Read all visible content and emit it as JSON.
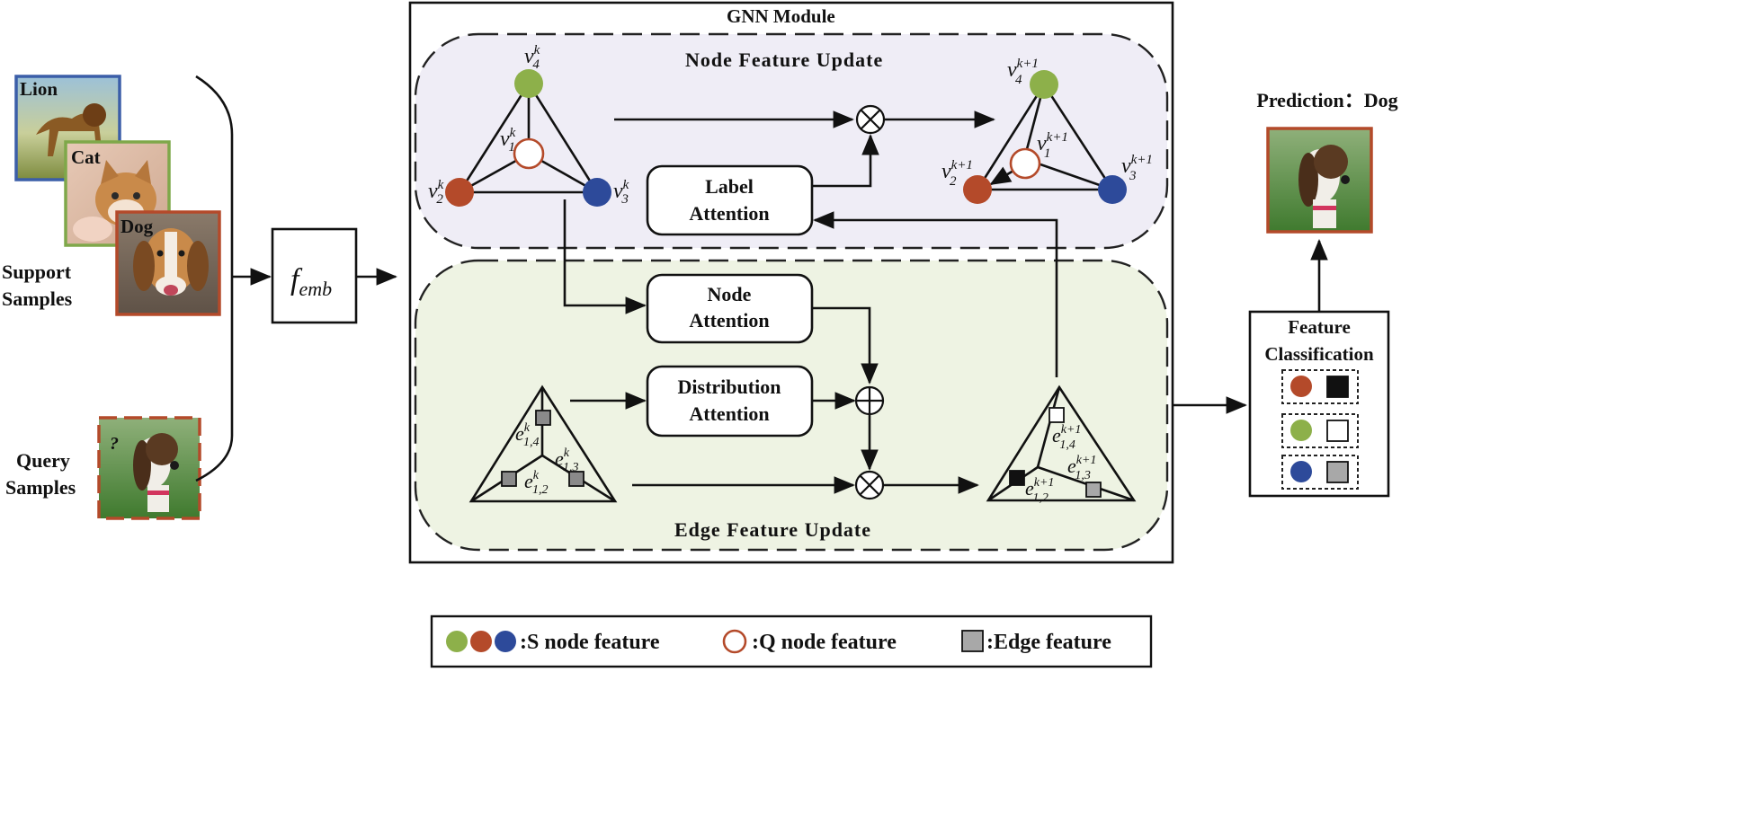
{
  "colors": {
    "s_node_1": "#8db04a",
    "s_node_2": "#b44a2a",
    "s_node_3": "#2d4a9a",
    "q_node_stroke": "#b44a2a",
    "edge_gray": "#8a8a8a",
    "edge_black": "#111111",
    "top_region_fill": "#efedf6",
    "bottom_region_fill": "#eef3e3"
  },
  "samples": {
    "lion_label": "Lion",
    "cat_label": "Cat",
    "dog_label": "Dog",
    "support_line1": "Support",
    "support_line2": "Samples",
    "query_mark": "?",
    "query_line1": "Query",
    "query_line2": "Samples"
  },
  "embedding": {
    "symbol": "f",
    "subscript": "emb"
  },
  "gnn": {
    "title": "GNN Module",
    "node_update_title": "Node Feature Update",
    "edge_update_title": "Edge Feature Update",
    "label_attention_1": "Label",
    "label_attention_2": "Attention",
    "node_attention_1": "Node",
    "node_attention_2": "Attention",
    "distribution_attention_1": "Distribution",
    "distribution_attention_2": "Attention",
    "multiply_op": "⊗",
    "add_op": "⊕"
  },
  "node_labels": {
    "v4k": {
      "base": "v",
      "sub": "4",
      "sup": "k"
    },
    "v1k": {
      "base": "v",
      "sub": "1",
      "sup": "k"
    },
    "v2k": {
      "base": "v",
      "sub": "2",
      "sup": "k"
    },
    "v3k": {
      "base": "v",
      "sub": "3",
      "sup": "k"
    },
    "v4k1": {
      "base": "v",
      "sub": "4",
      "sup": "k+1"
    },
    "v1k1": {
      "base": "v",
      "sub": "1",
      "sup": "k+1"
    },
    "v2k1": {
      "base": "v",
      "sub": "2",
      "sup": "k+1"
    },
    "v3k1": {
      "base": "v",
      "sub": "3",
      "sup": "k+1"
    }
  },
  "edge_labels": {
    "e14k": {
      "base": "e",
      "sub": "1,4",
      "sup": "k"
    },
    "e13k": {
      "base": "e",
      "sub": "1,3",
      "sup": "k"
    },
    "e12k": {
      "base": "e",
      "sub": "1,2",
      "sup": "k"
    },
    "e14k1": {
      "base": "e",
      "sub": "1,4",
      "sup": "k+1"
    },
    "e13k1": {
      "base": "e",
      "sub": "1,3",
      "sup": "k+1"
    },
    "e12k1": {
      "base": "e",
      "sub": "1,2",
      "sup": "k+1"
    }
  },
  "prediction": {
    "label": "Prediction：Dog"
  },
  "classification": {
    "line1": "Feature",
    "line2": "Classification"
  },
  "legend": {
    "s_node": ":S node feature",
    "q_node": ":Q node feature",
    "edge": ":Edge feature"
  }
}
